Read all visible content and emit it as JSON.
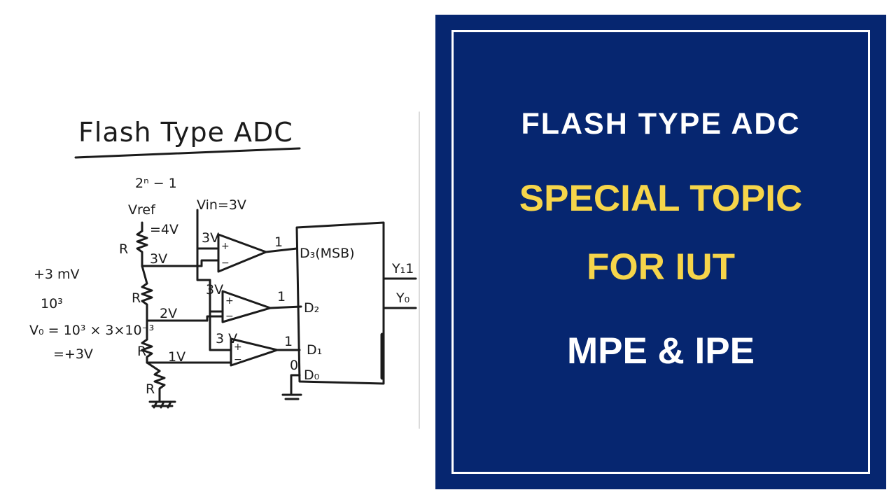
{
  "sketch": {
    "title": "Flash Type ADC",
    "formula": "2ⁿ − 1",
    "vref": "Vref",
    "vref_value": "=4V",
    "vin": "Vin=3V",
    "resistor": "R",
    "node_3v": "3V",
    "node_2v": "2V",
    "node_1v": "1V",
    "comp_in_1": "3V",
    "comp_in_2": "3V",
    "comp_in_3": "3 V",
    "out_1": "1",
    "out_2": "1",
    "out_3": "1",
    "out_4": "0",
    "plus": "+",
    "minus": "−",
    "d3": "D₃(MSB)",
    "d2": "D₂",
    "d1": "D₁",
    "d0": "D₀",
    "y1": "Y₁1",
    "y0": "Y₀",
    "note1": "+3 mV",
    "note2": "10³",
    "note3": "V₀ = 10³ × 3×10⁻³",
    "note4": "=+3V"
  },
  "panel": {
    "line1": "FLASH TYPE ADC",
    "line2": "SPECIAL TOPIC",
    "line3": "FOR IUT",
    "line4": "MPE & IPE"
  },
  "colors": {
    "panel_bg": "#062670",
    "accent_yellow": "#f6d54a",
    "text_white": "#ffffff"
  }
}
